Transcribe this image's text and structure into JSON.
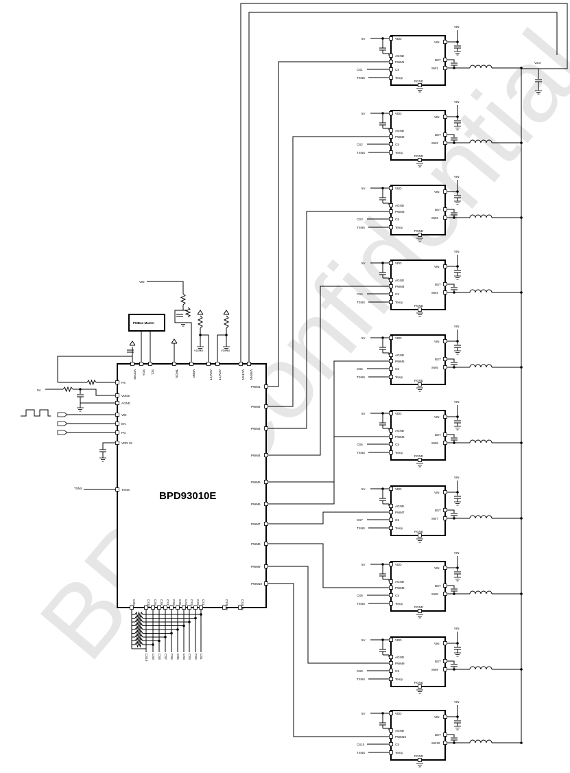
{
  "main_chip": {
    "name": "BPD93010E",
    "left_pins": [
      "PS",
      "VDD5",
      "AGND",
      "VID",
      "EN",
      "PG",
      "VDD 18",
      "TSNS"
    ],
    "top_pins": [
      "VDD30",
      "SDA",
      "SCL",
      "TRON",
      "VRBP",
      "ADV/1T",
      "ADV/1T",
      "VCTSN",
      "VSENN"
    ],
    "right_pins": [
      "PWM1",
      "PWM2",
      "PWM3",
      "PWM4",
      "PWM5",
      "PWM6",
      "PWM7",
      "PWM8",
      "PWM9",
      "PWM10"
    ],
    "bottom_pins": [
      "CS0",
      "CS10",
      "CS9",
      "CS8",
      "CS7",
      "CS6",
      "CS5",
      "CS4",
      "CS3",
      "CS2",
      "CS1",
      "CSSUM",
      "CSSUM"
    ],
    "bottom_labels": [
      "CS10",
      "CS9",
      "CS8",
      "CS7",
      "CS6",
      "CS5",
      "CS4",
      "CS3",
      "CS2",
      "CS1"
    ]
  },
  "pmbus_label": "PMBus Master",
  "vin_label": "VIN",
  "vdd18_labels": [
    "VDD18",
    "VDD18"
  ],
  "v5_label": "5V",
  "tsns_label": "TSNS",
  "vout_label": "Vout",
  "watermark": "BPS Confidential",
  "stage_pins": {
    "vdd": "VDD",
    "agnd": "AGND",
    "cs": "CS",
    "temp": "Temp",
    "pgnd": "PGND",
    "vin": "VIN",
    "bst": "BST"
  },
  "stages": [
    {
      "pwm": "PWM1",
      "cs": "CS1",
      "sw": "SW1",
      "tsns": "TSNS",
      "v5": "5V",
      "vin": "VIN"
    },
    {
      "pwm": "PWM2",
      "cs": "CS2",
      "sw": "SW2",
      "tsns": "TSNS",
      "v5": "5V",
      "vin": "VIN"
    },
    {
      "pwm": "PWM3",
      "cs": "CS3",
      "sw": "SW3",
      "tsns": "TSNS",
      "v5": "5V",
      "vin": "VIN"
    },
    {
      "pwm": "PWM4",
      "cs": "CS4",
      "sw": "SW4",
      "tsns": "TSNS",
      "v5": "5V",
      "vin": "VIN"
    },
    {
      "pwm": "PWM5",
      "cs": "CS5",
      "sw": "SW5",
      "tsns": "TSNS",
      "v5": "5V",
      "vin": "VIN"
    },
    {
      "pwm": "PWM6",
      "cs": "CS6",
      "sw": "SW6",
      "tsns": "TSNS",
      "v5": "5V",
      "vin": "VIN"
    },
    {
      "pwm": "PWM7",
      "cs": "CS7",
      "sw": "SW7",
      "tsns": "TSNS",
      "v5": "5V",
      "vin": "VIN"
    },
    {
      "pwm": "PWM8",
      "cs": "CS8",
      "sw": "SW8",
      "tsns": "TSNS",
      "v5": "5V",
      "vin": "VIN"
    },
    {
      "pwm": "PWM9",
      "cs": "CS9",
      "sw": "SW9",
      "tsns": "TSNS",
      "v5": "5V",
      "vin": "VIN"
    },
    {
      "pwm": "PWM10",
      "cs": "CS10",
      "sw": "SW10",
      "tsns": "TSNS",
      "v5": "5V",
      "vin": "VIN"
    }
  ]
}
